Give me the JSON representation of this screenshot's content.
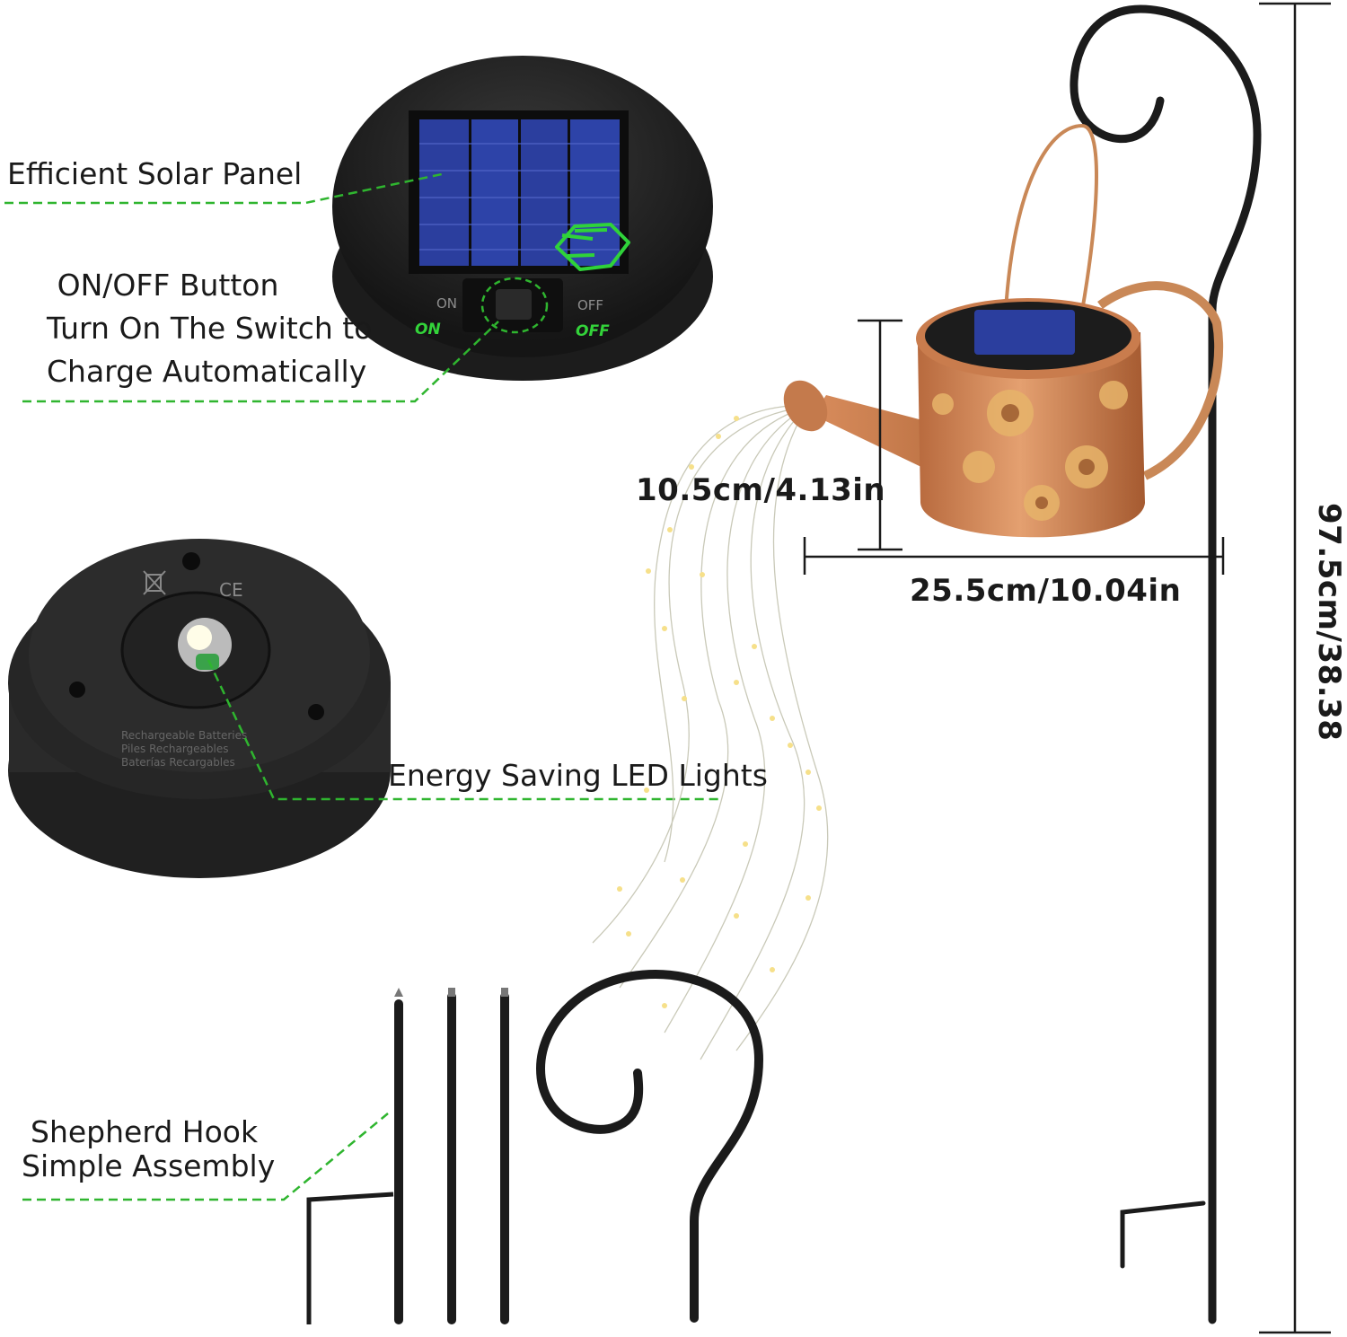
{
  "callouts": {
    "solar_panel": "Efficient Solar Panel",
    "button_title": "ON/OFF Button",
    "button_line2": "Turn On The Switch to",
    "button_line3": "Charge Automatically",
    "led": "Energy Saving LED Lights",
    "hook_line1": "Shepherd Hook",
    "hook_line2": "Simple Assembly"
  },
  "switch": {
    "on": "ON",
    "off": "OFF"
  },
  "battery_text": [
    "Rechargeable Batteries",
    "Piles Rechargeables",
    "Baterías Recargables"
  ],
  "marks": {
    "ce": "CE"
  },
  "dimensions": {
    "height": "10.5cm/4.13in",
    "width": "25.5cm/10.04in",
    "total": "97.5cm/38.38"
  },
  "colors": {
    "callout_line": "#2fb52f",
    "panel_blue": "#2b3e9e",
    "copper": "#c9794a",
    "iron": "#1b1b1b"
  },
  "icons": [
    "solar-module-icon",
    "hand-pointer-icon",
    "led-bulb-icon",
    "recycle-bin-icon"
  ]
}
